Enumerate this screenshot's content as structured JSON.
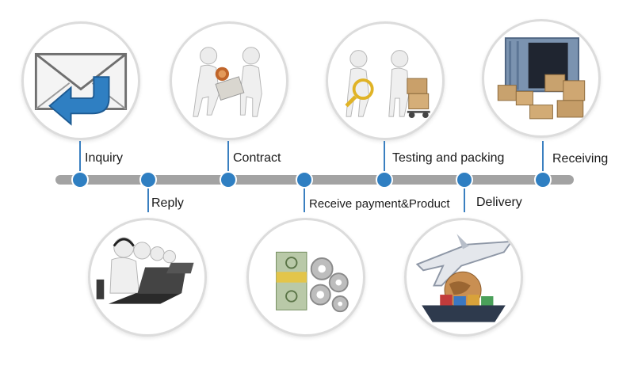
{
  "steps": {
    "inquiry": {
      "label": "Inquiry",
      "icon": "envelope-reply-icon"
    },
    "reply": {
      "label": "Reply",
      "icon": "call-center-icon"
    },
    "contract": {
      "label": "Contract",
      "icon": "handshake-stamp-icon"
    },
    "payment": {
      "label": "Receive payment&Product",
      "icon": "money-gears-icon"
    },
    "testing": {
      "label": "Testing and packing",
      "icon": "inspection-boxes-icon"
    },
    "delivery": {
      "label": "Delivery",
      "icon": "plane-ship-globe-icon"
    },
    "receiving": {
      "label": "Receiving",
      "icon": "container-boxes-icon"
    }
  },
  "colors": {
    "accent": "#2f7fc2",
    "bar": "#a3a3a3",
    "ring": "#dcdcdc"
  }
}
